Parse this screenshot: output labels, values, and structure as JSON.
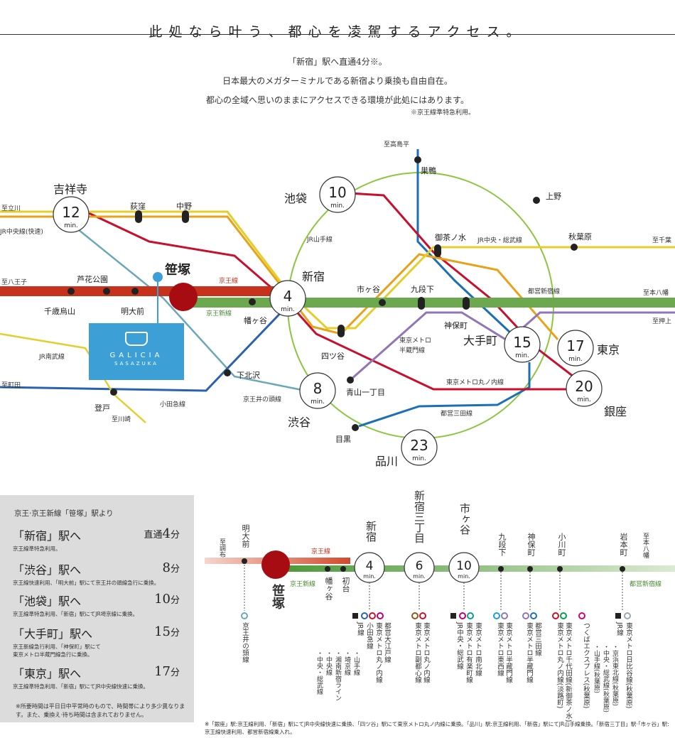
{
  "title": "此処なら叶う、都心を凌駕するアクセス。",
  "intro": [
    "「新宿」駅へ直通4分※。",
    "日本最大のメガターミナルである新宿より乗換も自由自在。",
    "都心の全域へ思いのままにアクセスできる環境が此処にはあります。"
  ],
  "intro_note": "※京王線準特急利用。",
  "brand": {
    "name": "GALICIA",
    "sub": "SASAZUKA",
    "color": "#3c9fd6"
  },
  "colors": {
    "keio": "#c7321c",
    "shinjuku_line": "#6ba84e",
    "yamanote": "#8cc63f",
    "chuo": "#e8a21a",
    "sobu": "#e3cf2a",
    "marunouchi": "#c8102e",
    "odakyu": "#2a61b0",
    "inokashira": "#6aa8b8",
    "hanzomon": "#8f76b6",
    "mita": "#1b6fb4",
    "sasazuka": "#a80c13"
  },
  "map": {
    "stations": {
      "kichijoji": "吉祥寺",
      "ogikubo": "荻窪",
      "nakano": "中野",
      "ikebukuro": "池袋",
      "sugamo": "巣鴨",
      "ueno": "上野",
      "akihabara": "秋葉原",
      "ochanomizu": "御茶ノ水",
      "ichigaya": "市ヶ谷",
      "kudanshita": "九段下",
      "jimbocho": "神保町",
      "otemachi": "大手町",
      "tokyo": "東京",
      "ginza": "銀座",
      "shinjuku": "新宿",
      "sasazuka": "笹塚",
      "rokakoen": "芦花公園",
      "chitosekarasuyama": "千歳烏山",
      "meidaimae": "明大前",
      "hatagaya": "幡ヶ谷",
      "yotsuya": "四ツ谷",
      "shimokitazawa": "下北沢",
      "noborito": "登戸",
      "shibuya": "渋谷",
      "aoyama": "青山一丁目",
      "meguro": "目黒",
      "shinagawa": "品川",
      "nishitakashimadaira": "至高島平",
      "chiba": "至千葉",
      "motoyawata": "至本八幡",
      "oshiage": "至押上",
      "tachikawa": "至立川",
      "hachioji": "至八王子",
      "machida": "至町田",
      "kawasaki": "至川崎"
    },
    "lines": {
      "jr_chuo_rapid": "JR中央線(快速)",
      "jr_yamanote": "JR山手線",
      "jr_chuo_sobu": "JR中央・総武線",
      "keio": "京王線",
      "keio_new": "京王新線",
      "toei_shinjuku": "都営新宿線",
      "hanzomon": "東京メトロ\n半蔵門線",
      "marunouchi": "東京メトロ丸ノ内線",
      "mita": "都営三田線",
      "nambu": "JR南武線",
      "odakyu": "小田急線",
      "inokashira": "京王井の頭線"
    },
    "times": {
      "kichijoji": "12",
      "ikebukuro": "10",
      "shinjuku": "4",
      "otemachi": "15",
      "tokyo": "17",
      "ginza": "20",
      "shibuya": "8",
      "shinagawa": "23",
      "unit": "min."
    }
  },
  "panel": {
    "head": "京王·京王新線「笹塚」駅より",
    "routes": [
      {
        "label": "「新宿」",
        "eki": "駅へ",
        "via": "直通",
        "min": "4",
        "unit": "分",
        "note": "京王線準特急利用。"
      },
      {
        "label": "「渋谷」",
        "eki": "駅へ",
        "via": "",
        "min": "8",
        "unit": "分",
        "note": "京王線快速利用、「明大前」駅にて京王井の頭線急行に乗換。"
      },
      {
        "label": "「池袋」",
        "eki": "駅へ",
        "via": "",
        "min": "10",
        "unit": "分",
        "note": "京王線準特急利用、「新宿」駅にてJR埼京線に乗換。"
      },
      {
        "label": "「大手町」",
        "eki": "駅へ",
        "via": "",
        "min": "15",
        "unit": "分",
        "note": "京王新線急行利用、「神保町」駅にて\n東京メトロ半蔵門線急行に乗換。"
      },
      {
        "label": "「東京」",
        "eki": "駅へ",
        "via": "",
        "min": "17",
        "unit": "分",
        "note": "京王線準特急利用、「新宿」駅にてJR中央線快速に乗換。"
      }
    ],
    "foot": "※所要時間は平日日中平常時のもので、時間帯により多少異なります。また、乗換え·待ち時間は含まれておりません。"
  },
  "strip": {
    "chofu": "至調布",
    "meidaimae": "明大前",
    "sasazuka": "笹塚",
    "keio": "京王線",
    "keio_new": "京王新線",
    "hatagaya": "幡ヶ谷",
    "hatsudai": "初台",
    "shinjuku": "新宿",
    "shinjuku3": "新宿三丁目",
    "ichigaya": "市ヶ谷",
    "kudanshita": "九段下",
    "jimbocho": "神保町",
    "ogawamachi": "小川町",
    "iwamotocho": "岩本町",
    "motoyawata": "至本八幡",
    "toei_shinjuku": "都営新宿線",
    "t_shinjuku": "4",
    "t_shinjuku3": "6",
    "t_ichigaya": "10",
    "unit": "min.",
    "transfers": {
      "meidaimae": "京王井の頭線",
      "shinjuku_a": "都営大江戸線",
      "shinjuku_b": "東京メトロ丸ノ内線",
      "shinjuku_c": "小田急線",
      "shinjuku_d": "JR線",
      "shinjuku_jr": "・山手線\n・埼京線\n・湘南新宿ライン\n・中央線\n・中央・総武線",
      "shinjuku3_a": "東京メトロ丸ノ内線",
      "shinjuku3_b": "東京メトロ副都心線",
      "ichigaya_a": "東京メトロ南北線",
      "ichigaya_b": "東京メトロ有楽町線",
      "ichigaya_c": "JR中央・総武線",
      "kudanshita_a": "東京メトロ半蔵門線",
      "kudanshita_b": "東京メトロ東西線",
      "jimbocho_a": "都営三田線",
      "jimbocho_b": "東京メトロ半蔵門線",
      "ogawamachi_a": "東京メトロ千代田線(新御茶ノ水)",
      "ogawamachi_b": "東京メトロ丸ノ内線(淡路町)",
      "ogawamachi_c": "つくばエクスプレス(秋葉原)",
      "iwamotocho_a": "東京メトロ日比谷線(秋葉原)",
      "iwamotocho_b": "JR線",
      "iwamotocho_jr": "・京浜東北線(秋葉原)\n・中央・総武線(秋葉原)\n・山手線(秋葉原)"
    }
  },
  "bottom_note": "※「銀座」駅:京王線利用、「新宿」駅にてJR中央線快速に乗換、「四ツ谷」駅にて東京メトロ丸ノ内線に乗換。「品川」駅:京王線利用、「新宿」駅にてJR山手線乗換。「新宿三丁目」駅·「市ヶ谷」駅:京王線快速利用、都営新宿線乗入れ。"
}
